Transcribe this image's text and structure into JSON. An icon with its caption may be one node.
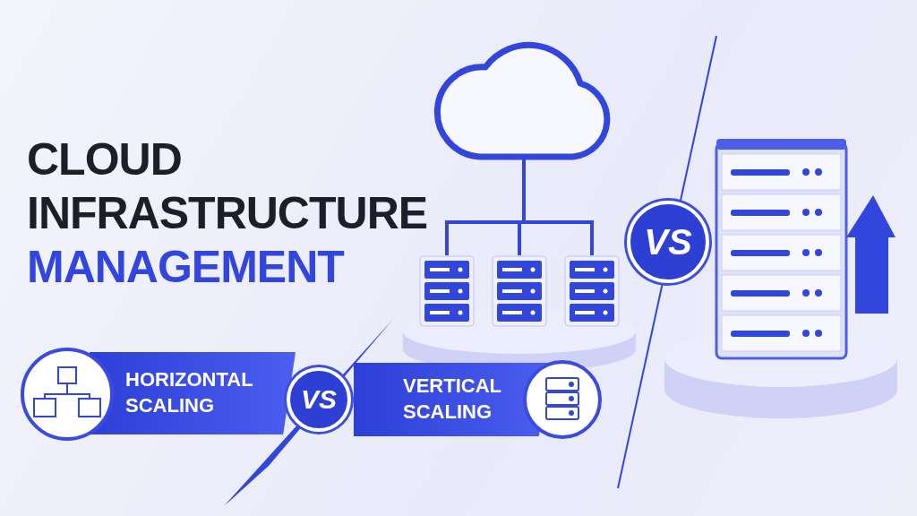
{
  "diagram": {
    "title": "CLOUD INFRASTRUCTURE MANAGEMENT",
    "nodes": [
      {
        "text": [],
        "shape": "cloud"
      },
      {
        "text": [],
        "shape": "server"
      },
      {
        "text": [],
        "shape": "server"
      },
      {
        "text": [],
        "shape": "server"
      },
      {
        "text": [
          "HORIZONTAL SCALING"
        ]
      },
      {
        "text": [
          "VS"
        ]
      },
      {
        "text": [
          "VERTICAL SCALING"
        ]
      },
      {
        "text": [
          "VS"
        ]
      }
    ],
    "edges": [
      {
        "from": 0,
        "to": 1,
        "arrow": "none"
      },
      {
        "from": 0,
        "to": 2,
        "arrow": "none"
      },
      {
        "from": 0,
        "to": 3,
        "arrow": "none"
      }
    ]
  }
}
